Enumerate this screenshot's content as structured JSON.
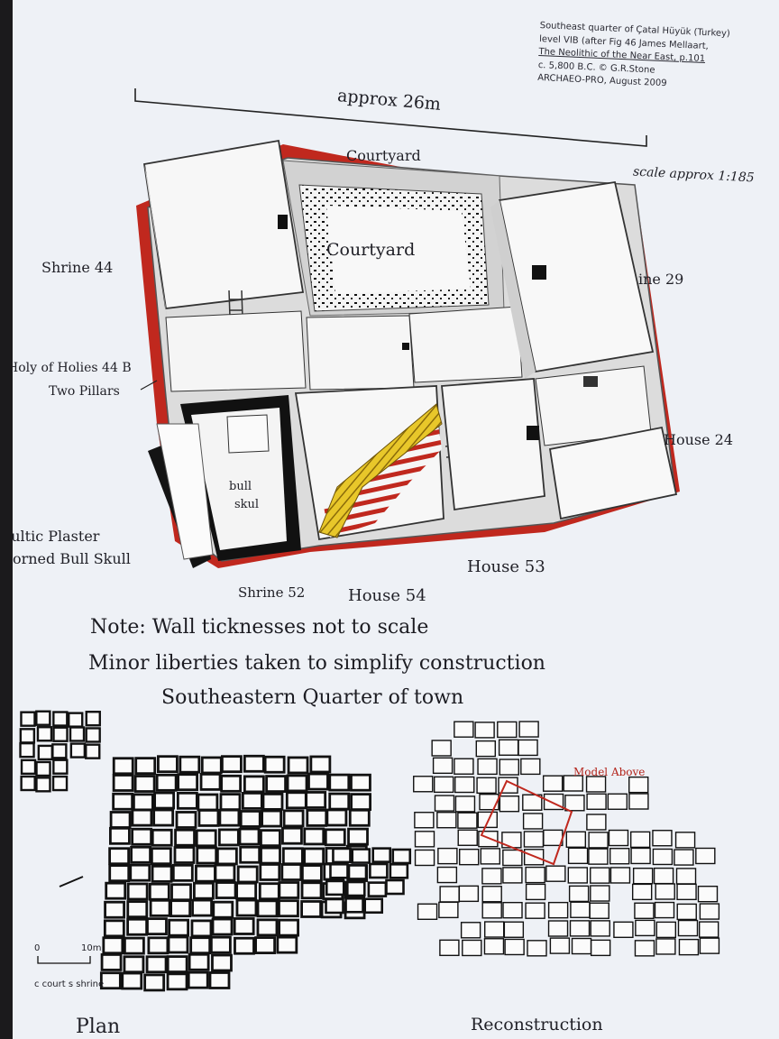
{
  "credit": {
    "line1": "Southeast quarter of Çatal Hüyük (Turkey)",
    "line2": "level VIB (after Fig 46 James Mellaart,",
    "line3": "The Neolithic of the Near East, p.101",
    "line4": "c. 5,800 B.C. © G.R.Stone",
    "line5": "ARCHAEO-PRO, August 2009"
  },
  "scale_bar": {
    "label": "approx 26m"
  },
  "handwritten_scale": "scale approx 1:185",
  "model_labels": {
    "courtyard_top": "Courtyard",
    "courtyard_center": "Courtyard",
    "shrine_44": "Shrine 44",
    "shrine_29": "ine 29",
    "holy_of_holies": "Holy of Holies 44 B",
    "two_pillars": "Two Pillars",
    "house_24": "House 24",
    "bull_skull_1": "bull",
    "bull_skull_2": "skul",
    "cultic_plaster": "Cultic Plaster",
    "horned_bull_skull": "Horned Bull Skull",
    "house_53": "House 53",
    "shrine_52": "Shrine 52",
    "house_54": "House 54"
  },
  "notes": {
    "line1": "Note: Wall ticknesses not to scale",
    "line2": "Minor liberties taken to simplify construction",
    "line3": "Southeastern Quarter of town"
  },
  "plan": {
    "scale_zero": "0",
    "scale_ten": "10m",
    "legend": "c court  s shrine",
    "caption": "Plan"
  },
  "reconstruction": {
    "model_above": "Model Above",
    "caption": "Reconstruction"
  },
  "colors": {
    "poster": "#eef1f6",
    "model_red": "#c0281e",
    "stairs_yellow": "#e8c72a",
    "plan_ink": "#111111"
  }
}
